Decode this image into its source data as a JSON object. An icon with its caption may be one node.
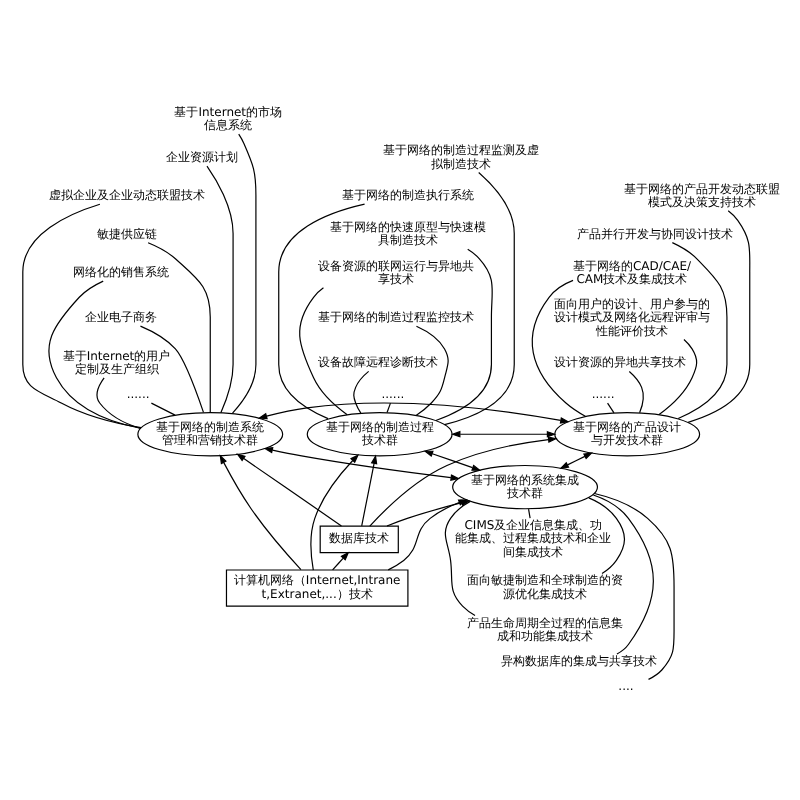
{
  "diagram": {
    "nodes": [
      {
        "text": [
          "基于Internet的市场信息系统"
        ]
      },
      {
        "text": [
          "企业资源计划"
        ]
      },
      {
        "text": [
          "虚拟企业及企业动态联盟技术"
        ]
      },
      {
        "text": [
          "敏捷供应链"
        ]
      },
      {
        "text": [
          "网络化的销售系统"
        ]
      },
      {
        "text": [
          "企业电子商务"
        ]
      },
      {
        "text": [
          "基于Internet的用户定制及生产组织"
        ]
      },
      {
        "text": [
          "......"
        ]
      },
      {
        "text": [
          "基于网络的产品开发动态联盟模式及决策支持技术"
        ]
      },
      {
        "text": [
          "产品并行开发与协同设计技术"
        ]
      },
      {
        "text": [
          "基于网络的CAD/CAE/CAM技术及集成技术"
        ]
      },
      {
        "text": [
          "面向用户的设计、用户参与的设计模式及网络化远程评审与性能评价技术"
        ]
      },
      {
        "text": [
          "设计资源的异地共享技术"
        ]
      },
      {
        "text": [
          "......"
        ]
      },
      {
        "text": [
          "基于网络的制造过程监测及虚拟制造技术"
        ]
      },
      {
        "text": [
          "基于网络的制造执行系统"
        ]
      },
      {
        "text": [
          "基于网络的快速原型与快速模具制造技术"
        ]
      },
      {
        "text": [
          "设备资源的联网运行与异地共享技术"
        ]
      },
      {
        "text": [
          "基于网络的制造过程监控技术"
        ]
      },
      {
        "text": [
          "设备故障远程诊断技术"
        ]
      },
      {
        "text": [
          "......"
        ]
      },
      {
        "text": [
          "基于网络的制造系统管理和营销技术群"
        ]
      },
      {
        "text": [
          "基于网络的产品设计与开发技术群"
        ]
      },
      {
        "text": [
          "基于网络的制造过程技术群"
        ]
      },
      {
        "text": [
          "基于网络的系统集成技术群"
        ]
      },
      {
        "text": [
          "CIMS及企业信息集成、功能集成、过程集成技术和企业间集成技术"
        ]
      },
      {
        "text": [
          "面向敏捷制造和全球制造的资源优化集成技术"
        ]
      },
      {
        "text": [
          "产品生命周期全过程的信息集成和功能集成技术"
        ]
      },
      {
        "text": [
          "异构数据库的集成与共享技术"
        ]
      },
      {
        "text": [
          "...."
        ]
      },
      {
        "text": [
          "数据库技术"
        ]
      },
      {
        "text": [
          "计算机网络（Internet,Intranet,Extranet,...）技术"
        ]
      }
    ],
    "edges": [
      {
        "from": 21,
        "to": 0,
        "arrow": "none"
      },
      {
        "from": 21,
        "to": 1,
        "arrow": "none"
      },
      {
        "from": 21,
        "to": 2,
        "arrow": "none"
      },
      {
        "from": 21,
        "to": 3,
        "arrow": "none"
      },
      {
        "from": 21,
        "to": 4,
        "arrow": "none"
      },
      {
        "from": 21,
        "to": 5,
        "arrow": "none"
      },
      {
        "from": 21,
        "to": 6,
        "arrow": "none"
      },
      {
        "from": 21,
        "to": 7,
        "arrow": "none"
      },
      {
        "from": 22,
        "to": 8,
        "arrow": "none"
      },
      {
        "from": 22,
        "to": 9,
        "arrow": "none"
      },
      {
        "from": 22,
        "to": 10,
        "arrow": "none"
      },
      {
        "from": 22,
        "to": 11,
        "arrow": "none"
      },
      {
        "from": 22,
        "to": 12,
        "arrow": "none"
      },
      {
        "from": 22,
        "to": 13,
        "arrow": "none"
      },
      {
        "from": 23,
        "to": 14,
        "arrow": "none"
      },
      {
        "from": 23,
        "to": 15,
        "arrow": "none"
      },
      {
        "from": 23,
        "to": 16,
        "arrow": "none"
      },
      {
        "from": 23,
        "to": 17,
        "arrow": "none"
      },
      {
        "from": 23,
        "to": 18,
        "arrow": "none"
      },
      {
        "from": 23,
        "to": 19,
        "arrow": "none"
      },
      {
        "from": 23,
        "to": 20,
        "arrow": "none"
      },
      {
        "from": 21,
        "to": 22,
        "arrow": "both"
      },
      {
        "from": 22,
        "to": 23,
        "arrow": "both"
      },
      {
        "from": 21,
        "to": 24,
        "arrow": "both"
      },
      {
        "from": 22,
        "to": 24,
        "arrow": "both"
      },
      {
        "from": 23,
        "to": 24,
        "arrow": "both"
      },
      {
        "from": 24,
        "to": 25,
        "arrow": "none"
      },
      {
        "from": 24,
        "to": 26,
        "arrow": "none"
      },
      {
        "from": 24,
        "to": 27,
        "arrow": "none"
      },
      {
        "from": 24,
        "to": 28,
        "arrow": "none"
      },
      {
        "from": 24,
        "to": 29,
        "arrow": "none"
      },
      {
        "from": 30,
        "to": 21,
        "arrow": "to"
      },
      {
        "from": 30,
        "to": 22,
        "arrow": "to"
      },
      {
        "from": 30,
        "to": 24,
        "arrow": "to"
      },
      {
        "from": 30,
        "to": 23,
        "arrow": "to"
      },
      {
        "from": 31,
        "to": 21,
        "arrow": "to"
      },
      {
        "from": 31,
        "to": 23,
        "arrow": "to"
      },
      {
        "from": 31,
        "to": 24,
        "arrow": "to"
      },
      {
        "from": 31,
        "to": 30,
        "arrow": "to"
      }
    ]
  }
}
